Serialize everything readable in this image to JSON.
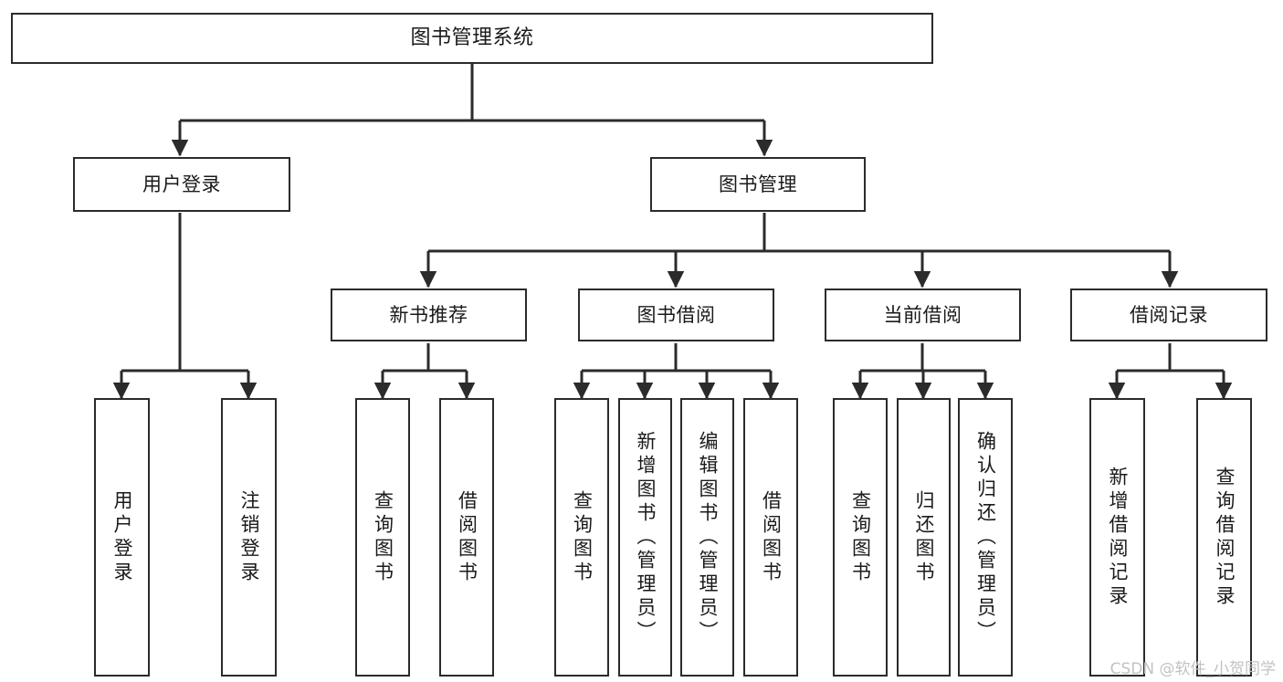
{
  "diagram": {
    "type": "tree",
    "title": "图书管理系统",
    "watermark": "CSDN @软件_小贺同学",
    "colors": {
      "stroke": "#2b2b2b",
      "fill": "#ffffff",
      "text": "#1a1a1a",
      "watermark": "#c2c2c2"
    }
  },
  "nodes": {
    "root": {
      "label": "图书管理系统"
    },
    "tier1": [
      {
        "id": "user-login",
        "label": "用户登录"
      },
      {
        "id": "book-manage",
        "label": "图书管理"
      }
    ],
    "tier2": [
      {
        "id": "new-book-recommend",
        "label": "新书推荐"
      },
      {
        "id": "book-borrow",
        "label": "图书借阅"
      },
      {
        "id": "current-borrow",
        "label": "当前借阅"
      },
      {
        "id": "borrow-record",
        "label": "借阅记录"
      }
    ],
    "leaves": [
      {
        "id": "leaf-user-login",
        "label": "用户登录",
        "parent": "user-login"
      },
      {
        "id": "leaf-logout",
        "label": "注销登录",
        "parent": "user-login"
      },
      {
        "id": "leaf-query-book-1",
        "label": "查询图书",
        "parent": "new-book-recommend"
      },
      {
        "id": "leaf-borrow-book-1",
        "label": "借阅图书",
        "parent": "new-book-recommend"
      },
      {
        "id": "leaf-query-book-2",
        "label": "查询图书",
        "parent": "book-borrow"
      },
      {
        "id": "leaf-add-book",
        "label": "新增图书（管理员）",
        "parent": "book-borrow"
      },
      {
        "id": "leaf-edit-book",
        "label": "编辑图书（管理员）",
        "parent": "book-borrow"
      },
      {
        "id": "leaf-borrow-book-2",
        "label": "借阅图书",
        "parent": "book-borrow"
      },
      {
        "id": "leaf-query-book-3",
        "label": "查询图书",
        "parent": "current-borrow"
      },
      {
        "id": "leaf-return-book",
        "label": "归还图书",
        "parent": "current-borrow"
      },
      {
        "id": "leaf-confirm-return",
        "label": "确认归还（管理员）",
        "parent": "current-borrow"
      },
      {
        "id": "leaf-add-record",
        "label": "新增借阅记录",
        "parent": "borrow-record"
      },
      {
        "id": "leaf-query-record",
        "label": "查询借阅记录",
        "parent": "borrow-record"
      }
    ]
  }
}
